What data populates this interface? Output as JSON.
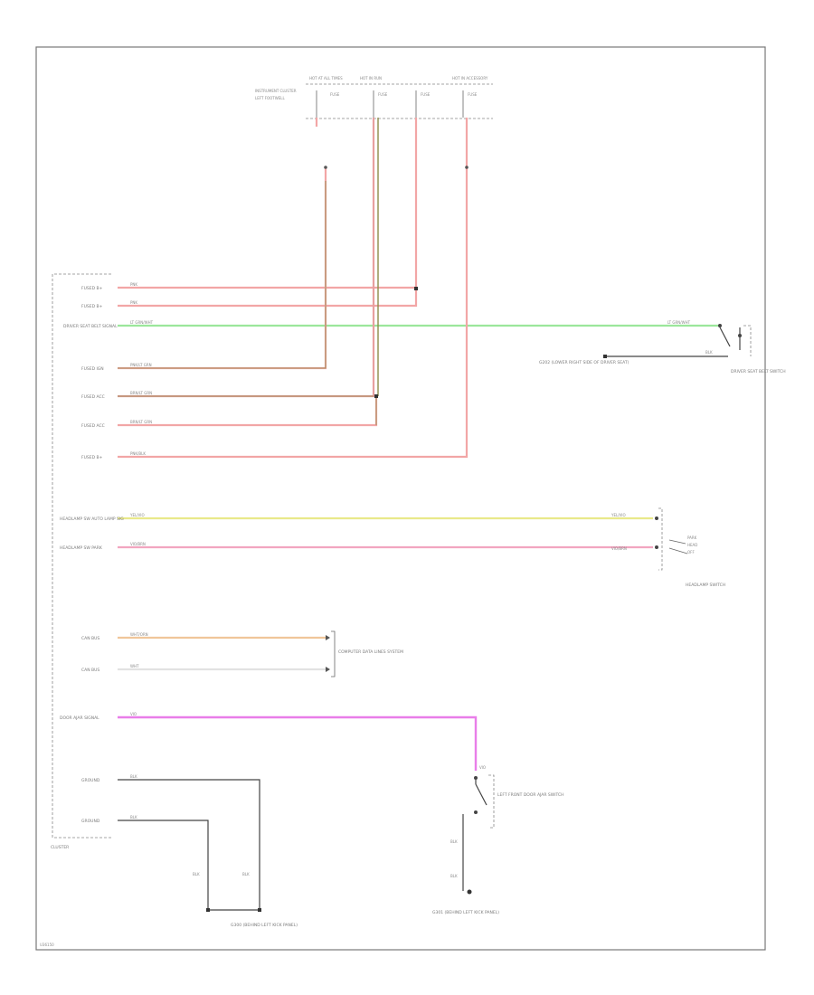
{
  "diagram": {
    "id_tag": "U36150",
    "cluster_label": "CLUSTER",
    "fuse_box": {
      "labels": [
        "HOT AT ALL TIMES",
        "HOT IN RUN",
        "HOT IN ACCESSORY",
        "INSTRUMENT CLUSTER",
        "LEFT FOOTWELL",
        "FUSE"
      ]
    },
    "cluster_pins": [
      {
        "label": "FUSED B+",
        "wire": "PNK"
      },
      {
        "label": "FUSED B+",
        "wire": "PNK"
      },
      {
        "label": "DRIVER SEAT BELT SIGNAL",
        "wire": "LT GRN/WHT"
      },
      {
        "label": "FUSED IGN",
        "wire": "PNK/LT GRN"
      },
      {
        "label": "FUSED ACC",
        "wire": "BRN/LT GRN"
      },
      {
        "label": "FUSED ACC",
        "wire": "BRN/LT GRN"
      },
      {
        "label": "FUSED B+",
        "wire": "PNK/BLK"
      },
      {
        "label": "HEADLAMP SW AUTO LAMP SIG",
        "wire": "YEL/VIO"
      },
      {
        "label": "HEADLAMP SW PARK",
        "wire": "VIO/BRN"
      },
      {
        "label": "CAN BUS",
        "wire": "WHT/ORN"
      },
      {
        "label": "CAN BUS",
        "wire": "WHT"
      },
      {
        "label": "DOOR AJAR SIGNAL",
        "wire": "VIO"
      },
      {
        "label": "GROUND",
        "wire": "BLK"
      },
      {
        "label": "GROUND",
        "wire": "BLK"
      }
    ],
    "seat_belt_switch": {
      "label": "DRIVER SEAT BELT SWITCH",
      "ground": "G202 (LOWER RIGHT SIDE OF DRIVER SEAT)"
    },
    "headlamp_switch": {
      "label": "HEADLAMP SWITCH",
      "positions": [
        "PARK",
        "HEAD",
        "OFF"
      ]
    },
    "network_label": "COMPUTER DATA LINES SYSTEM",
    "door_switch": {
      "label": "LEFT FRONT DOOR AJAR SWITCH",
      "ground": "G301 (BEHIND LEFT KICK PANEL)"
    },
    "cluster_ground": "G300 (BEHIND LEFT KICK PANEL)",
    "wire_blk": "BLK"
  }
}
